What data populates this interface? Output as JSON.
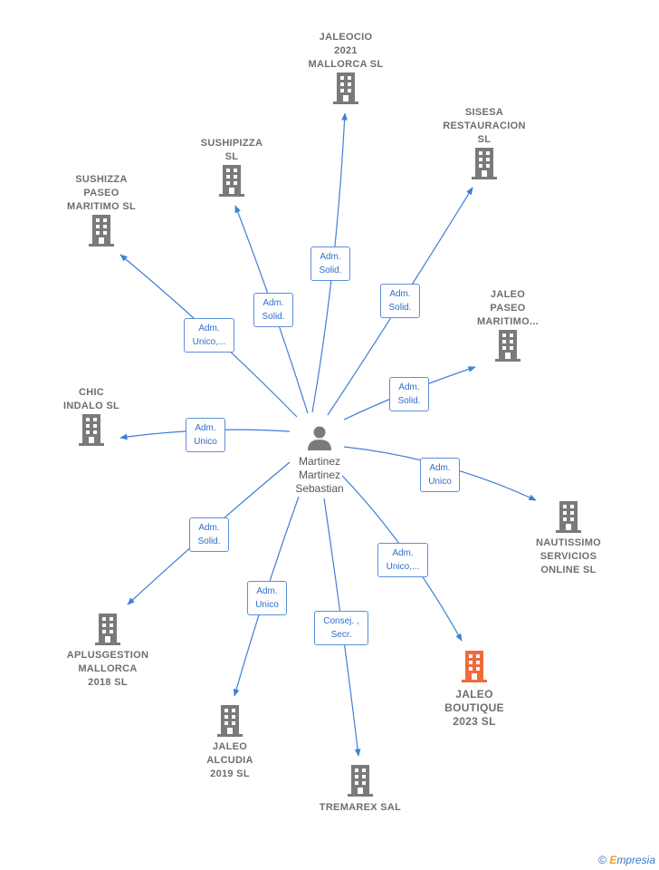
{
  "person": {
    "name": "Martinez\nMartinez\nSebastian"
  },
  "companies": [
    {
      "id": "jaleocio",
      "name": "JALEOCIO\n2021\nMALLORCA SL"
    },
    {
      "id": "sisesa",
      "name": "SISESA\nRESTAURACION\nSL"
    },
    {
      "id": "sushipizza",
      "name": "SUSHIPIZZA\nSL"
    },
    {
      "id": "sushizza",
      "name": "SUSHIZZA\nPASEO\nMARITIMO SL"
    },
    {
      "id": "jaleo-paseo",
      "name": "JALEO\nPASEO\nMARITIMO..."
    },
    {
      "id": "chic",
      "name": "CHIC\nINDALO SL"
    },
    {
      "id": "nautissimo",
      "name": "NAUTISSIMO\nSERVICIOS\nONLINE SL"
    },
    {
      "id": "aplusgestion",
      "name": "APLUSGESTION\nMALLORCA\n2018 SL"
    },
    {
      "id": "jaleo-boutique",
      "name": "JALEO\nBOUTIQUE\n2023 SL",
      "highlight": true
    },
    {
      "id": "jaleo-alcudia",
      "name": "JALEO\nALCUDIA\n2019 SL"
    },
    {
      "id": "tremarex",
      "name": "TREMAREX SAL"
    }
  ],
  "relations": [
    {
      "id": "r-jaleocio",
      "label": "Adm.\nSolid."
    },
    {
      "id": "r-sisesa",
      "label": "Adm.\nSolid."
    },
    {
      "id": "r-sushipizza",
      "label": "Adm.\nSolid."
    },
    {
      "id": "r-sushizza",
      "label": "Adm.\nUnico,..."
    },
    {
      "id": "r-jaleo-paseo",
      "label": "Adm.\nSolid."
    },
    {
      "id": "r-chic",
      "label": "Adm.\nUnico"
    },
    {
      "id": "r-nautissimo",
      "label": "Adm.\nUnico"
    },
    {
      "id": "r-aplusgestion",
      "label": "Adm.\nSolid."
    },
    {
      "id": "r-jaleo-boutique",
      "label": "Adm.\nUnico,..."
    },
    {
      "id": "r-jaleo-alcudia",
      "label": "Adm.\nUnico"
    },
    {
      "id": "r-tremarex",
      "label": "Consej. ,\nSecr."
    }
  ],
  "colors": {
    "edge": "#3f7fd6",
    "building": "#7a7a7a",
    "highlight": "#f06a3a",
    "person": "#7a7a7a"
  },
  "brand": {
    "copyright": "©",
    "initial": "E",
    "rest": "mpresia"
  }
}
